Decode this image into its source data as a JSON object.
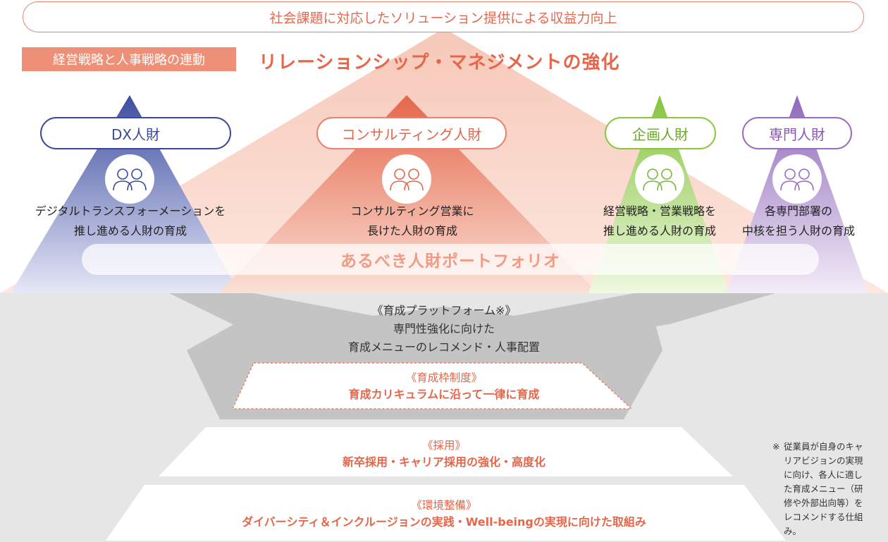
{
  "top_banner": "社会課題に対応したソリューション提供による収益力向上",
  "link_label": "経営戦略と人事戦略の連動",
  "relationship_title": "リレーションシップ・マネジメントの強化",
  "talents": [
    {
      "name": "DX人財",
      "desc_line1": "デジタルトランスフォーメーションを",
      "desc_line2": "推し進める人財の育成",
      "color": "#3a4a9a"
    },
    {
      "name": "コンサルティング人財",
      "desc_line1": "コンサルティング営業に",
      "desc_line2": "長けた人財の育成",
      "color": "#e5664a"
    },
    {
      "name": "企画人財",
      "desc_line1": "経営戦略・営業戦略を",
      "desc_line2": "推し進める人財の育成",
      "color": "#8cc63f"
    },
    {
      "name": "専門人財",
      "desc_line1": "各専門部署の",
      "desc_line2": "中核を担う人財の育成",
      "color": "#9b6bbf"
    }
  ],
  "portfolio": "あるべき人財ポートフォリオ",
  "platform": {
    "title": "《育成プラットフォーム※》",
    "line1": "専門性強化に向けた",
    "line2": "育成メニューのレコメンド・人事配置"
  },
  "training_system": {
    "title": "《育成枠制度》",
    "desc": "育成カリキュラムに沿って一律に育成"
  },
  "recruitment": {
    "title": "《採用》",
    "desc": "新卒採用・キャリア採用の強化・高度化"
  },
  "environment": {
    "title": "《環境整備》",
    "desc": "ダイバーシティ＆インクルージョンの実践・Well-beingの実現に向けた取組み"
  },
  "footnote": {
    "mark": "※",
    "text": "従業員が自身のキャリアビジョンの実現に向け、各人に適した育成メニュー（研修や外部出向等）をレコメンドする仕組み。"
  },
  "icons": [
    "people-icon",
    "people-icon",
    "people-icon",
    "people-icon"
  ],
  "colors": {
    "accent": "#e5664a",
    "dx": "#3a4a9a",
    "consulting": "#e5664a",
    "planning": "#8cc63f",
    "specialist": "#9b6bbf",
    "base_gray": "#e6e6e6"
  }
}
